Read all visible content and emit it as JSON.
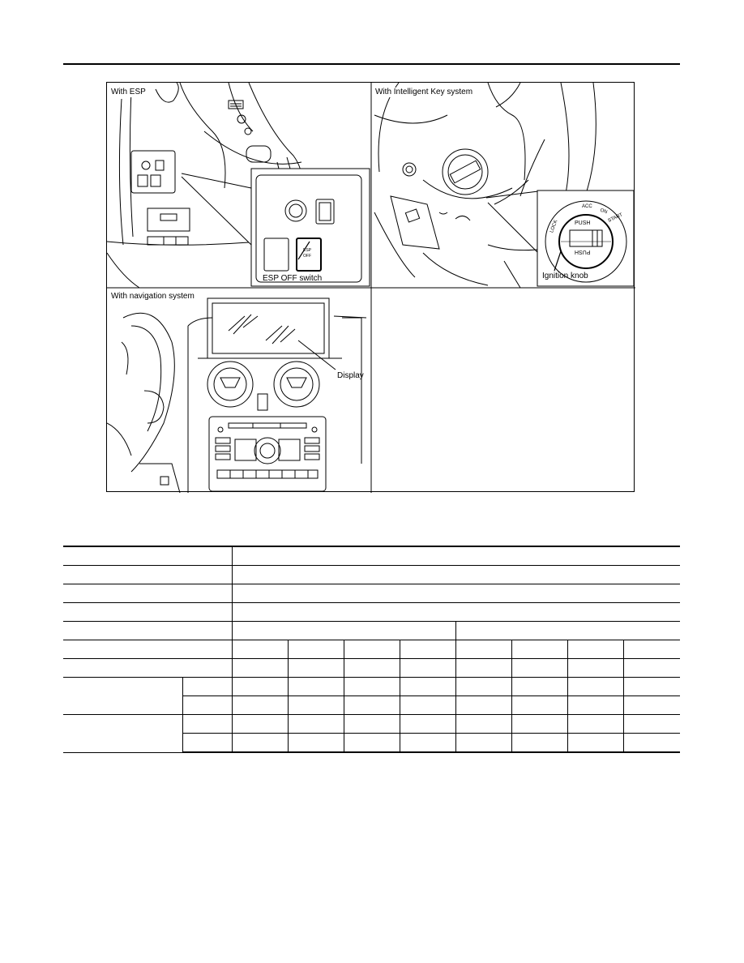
{
  "figure": {
    "panels": {
      "esp": {
        "label": "With ESP",
        "callouts": {
          "esp_off_switch": "ESP OFF switch",
          "switch_text_line1": "ESP",
          "switch_text_line2": "OFF"
        }
      },
      "intelligent_key": {
        "label": "With Intelligent Key system",
        "callouts": {
          "ignition_knob": "Ignition knob",
          "push_top": "PUSH",
          "push_bottom": "PUSH",
          "lock": "LOCK",
          "acc": "ACC",
          "on": "ON",
          "start": "START"
        }
      },
      "navigation": {
        "label": "With navigation system",
        "callouts": {
          "display": "Display"
        }
      }
    }
  },
  "table": {
    "rows": 11,
    "note": ""
  }
}
